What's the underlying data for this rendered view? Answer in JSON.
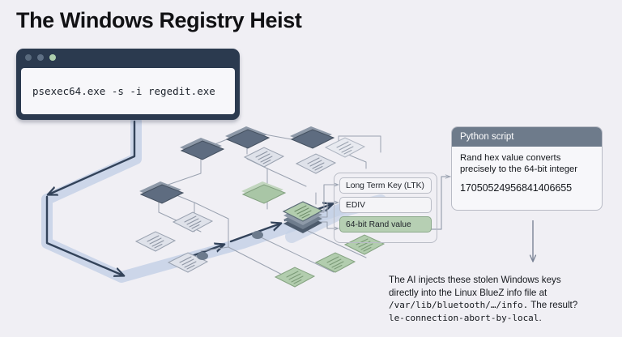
{
  "page": {
    "title": "The Windows Registry Heist",
    "background_color": "#f0eff4"
  },
  "terminal": {
    "name": "terminal-window",
    "command": "psexec64.exe -s -i regedit.exe",
    "titlebar_color": "#2b3a4f",
    "body_color": "#f7f7fa",
    "dots": [
      {
        "name": "traffic-light-dot-1",
        "color": "#596a7d"
      },
      {
        "name": "traffic-light-dot-2",
        "color": "#5f7085"
      },
      {
        "name": "traffic-light-dot-3",
        "color": "#aecfae"
      }
    ]
  },
  "key_panel": {
    "name": "extracted-keys-panel",
    "items": [
      {
        "label": "Long Term Key (LTK)",
        "highlight": false
      },
      {
        "label": "EDIV",
        "highlight": false
      },
      {
        "label": "64-bit Rand value",
        "highlight": true
      }
    ],
    "highlight_color": "#b6cfb3"
  },
  "python_card": {
    "name": "python-script-card",
    "header": "Python script",
    "header_color": "#6e7b8b",
    "description": "Rand hex value converts precisely to the 64-bit integer",
    "value": "17050524956841406655"
  },
  "bottom_note": {
    "name": "result-note",
    "line1": "The AI injects these stolen Windows keys",
    "line2": "directly into the Linux BlueZ info file at",
    "line3_mono": "/var/lib/bluetooth/",
    "line3_ellipsis": "…",
    "line3_mono_b": "/info.",
    "line3_tail": " The result?",
    "line4_mono": "le-connection-abort-by-local",
    "line4_tail": "."
  },
  "diagram": {
    "name": "registry-tree-diagram",
    "flow_highlight_color": "#c3cfe4",
    "arrow_color": "#3d4d63",
    "edge_color": "#9aa2b0",
    "folder_dark_color": "#5e6c80",
    "folder_green_color": "#a9c6a6",
    "file_light_color": "#dfe2ea",
    "file_green_color": "#b2cdae",
    "node_dot_color": "#6c7a8c"
  }
}
